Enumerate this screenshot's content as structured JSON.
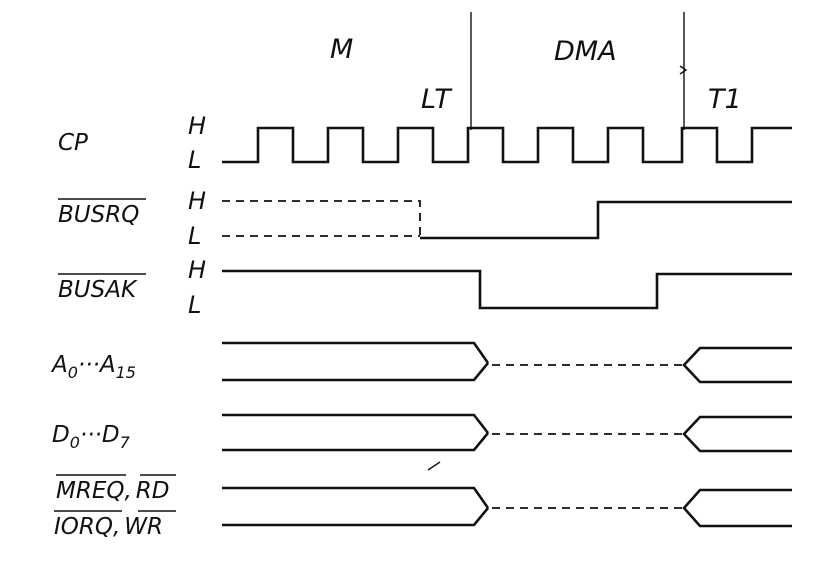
{
  "phases": {
    "m": "M",
    "dma": "DMA",
    "lt": "LT",
    "t1": "T1"
  },
  "level_labels": {
    "high": "H",
    "low": "L"
  },
  "signals": {
    "cp": "CP",
    "busrq": "BUSRQ",
    "busak": "BUSAK",
    "addr_a": "A",
    "addr_a_sub0": "0",
    "addr_dots": "···",
    "addr_b": "A",
    "addr_b_sub": "15",
    "data_a": "D",
    "data_a_sub0": "0",
    "data_dots": "···",
    "data_b": "D",
    "data_b_sub": "7",
    "mreq": "MREQ",
    "rd": "RD",
    "iorq": "IORQ",
    "wr": "WR",
    "comma": ","
  }
}
